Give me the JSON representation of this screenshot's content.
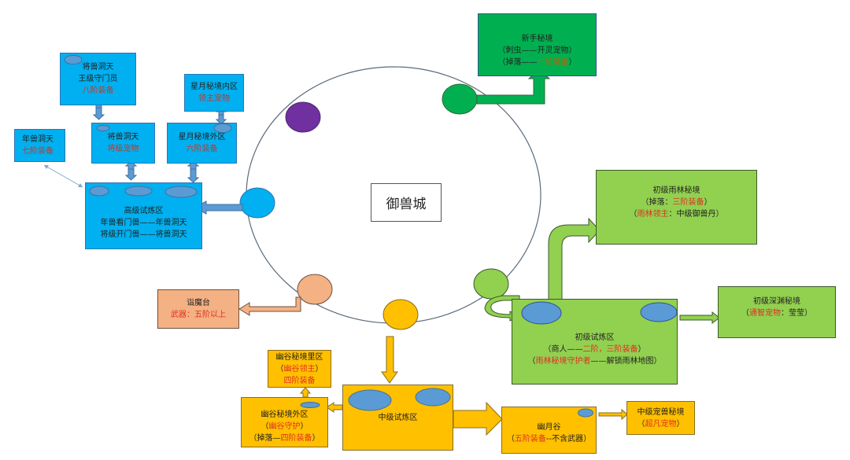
{
  "center": {
    "label": "御兽城"
  },
  "colors": {
    "advanced": "#00b0f0",
    "novice": "#00b050",
    "beginner": "#92d050",
    "intermediate": "#ffc000",
    "demon": "#f4b183",
    "purple_portal": "#7030a0",
    "highlight_text": "#e03020"
  },
  "regions": {
    "jiangshou_top": {
      "title": "将兽洞天",
      "line2": "王级守门员",
      "line3": "八阶装备"
    },
    "jiangshou": {
      "title": "将兽洞天",
      "line2": "将级宠物"
    },
    "xingyue_inner": {
      "title": "星月秘境内区",
      "line2": "领主宠物"
    },
    "xingyue_outer": {
      "title": "星月秘境外区",
      "line2": "六阶装备"
    },
    "nianshou": {
      "title": "年兽洞天",
      "line2": "七阶装备"
    },
    "advanced_zone": {
      "title": "高级试炼区",
      "line2": "年兽看门兽——年兽洞天",
      "line3": "将级开门兽——将兽洞天"
    },
    "novice": {
      "title": "新手秘境",
      "line2": "（刺虫——开灵宠物）",
      "line3_prefix": "（掉落——",
      "line3_red": "一阶装备",
      "line3_suffix": "）"
    },
    "rainforest": {
      "title": "初级雨林秘境",
      "line2_prefix": "（掉落：",
      "line2_red": "三阶装备",
      "line2_suffix": "）",
      "line3_prefix": "（",
      "line3_red": "雨林领主",
      "line3_suffix": "：中级御兽丹）"
    },
    "beginner_zone": {
      "title": "初级试炼区",
      "line2_prefix": "（商人——",
      "line2_red": "二阶，三阶装备",
      "line2_suffix": "）",
      "line3_prefix": "（",
      "line3_red": "雨林秘境守护者",
      "line3_suffix": "——解锁雨林地图）"
    },
    "abyss": {
      "title": "初级深渊秘境",
      "line2_prefix": "（",
      "line2_red": "通智宠物",
      "line2_suffix": "：莹莹）"
    },
    "demon_platform": {
      "title": "诣魔台",
      "line2": "武器：五阶以上"
    },
    "youvalley_inner": {
      "title": "幽谷秘境里区",
      "line2_prefix": "（",
      "line2_red": "幽谷领主",
      "line2_suffix": "）",
      "line3": "四阶装备"
    },
    "youvalley_outer": {
      "title": "幽谷秘境外区",
      "line2_prefix": "（",
      "line2_red": "幽谷守护",
      "line2_suffix": "）",
      "line3_prefix": "（掉落—",
      "line3_red": "四阶装备",
      "line3_suffix": "）"
    },
    "intermediate_zone": {
      "title": "中级试炼区"
    },
    "youmoon_valley": {
      "title": "幽月谷",
      "line2_prefix": "（",
      "line2_red": "五阶装备",
      "line2_suffix": "--不含武器）"
    },
    "mid_pet": {
      "title": "中级宠兽秘境",
      "line2_prefix": "（",
      "line2_red": "超凡宠物",
      "line2_suffix": "）"
    }
  }
}
